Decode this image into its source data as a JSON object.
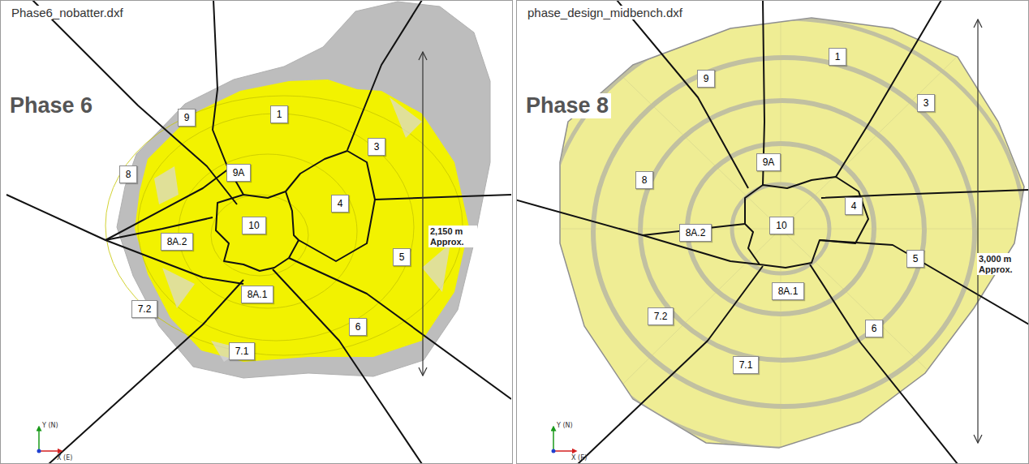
{
  "diagram": {
    "nodes": [
      {
        "text": [
          "Phase6_nobatter.dxf",
          "Phase 6"
        ]
      },
      {
        "text": [
          "9"
        ],
        "in": 0
      },
      {
        "text": [
          "1"
        ],
        "in": 0
      },
      {
        "text": [
          "3"
        ],
        "in": 0
      },
      {
        "text": [
          "8"
        ],
        "in": 0
      },
      {
        "text": [
          "9A"
        ],
        "in": 0
      },
      {
        "text": [
          "4"
        ],
        "in": 0
      },
      {
        "text": [
          "10"
        ],
        "in": 0
      },
      {
        "text": [
          "8A.2"
        ],
        "in": 0
      },
      {
        "text": [
          "5"
        ],
        "in": 0
      },
      {
        "text": [
          "8A.1"
        ],
        "in": 0
      },
      {
        "text": [
          "7.2"
        ],
        "in": 0
      },
      {
        "text": [
          "6"
        ],
        "in": 0
      },
      {
        "text": [
          "7.1"
        ],
        "in": 0
      },
      {
        "text": [
          "phase_design_midbench.dxf",
          "Phase 8"
        ]
      },
      {
        "text": [
          "1"
        ],
        "in": 14
      },
      {
        "text": [
          "9"
        ],
        "in": 14
      },
      {
        "text": [
          "3"
        ],
        "in": 14
      },
      {
        "text": [
          "9A"
        ],
        "in": 14
      },
      {
        "text": [
          "8"
        ],
        "in": 14
      },
      {
        "text": [
          "4"
        ],
        "in": 14
      },
      {
        "text": [
          "10"
        ],
        "in": 14
      },
      {
        "text": [
          "8A.2"
        ],
        "in": 14
      },
      {
        "text": [
          "5"
        ],
        "in": 14
      },
      {
        "text": [
          "8A.1"
        ],
        "in": 14
      },
      {
        "text": [
          "7.2"
        ],
        "in": 14
      },
      {
        "text": [
          "6"
        ],
        "in": 14
      },
      {
        "text": [
          "7.1"
        ],
        "in": 14
      }
    ],
    "labels": [
      "2,150 m Approx.",
      "Y (N)",
      "X (E)",
      "3,000 m Approx.",
      "Y (N)",
      "X (E)"
    ]
  }
}
